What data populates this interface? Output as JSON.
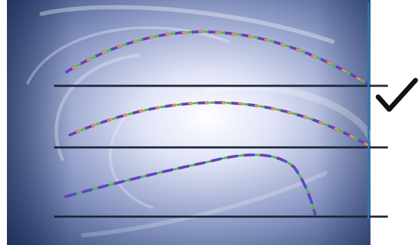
{
  "scene": {
    "description_free": true,
    "trajectory_count": 3,
    "marked_trajectory_index": 0,
    "finish_marker": "vertical-finish-line",
    "check_icon": "check-icon",
    "colors": {
      "panel_dark": "#2a3f6e",
      "panel_mid": "#7f90bd",
      "panel_light": "#eef0ff",
      "floor_line": "#1c2638",
      "finish_line": "#1f7fb6",
      "check": "#111111",
      "trail_pink": "#e05a8a",
      "trail_orange": "#e2a040",
      "trail_purple": "#6a3fb8",
      "trail_green": "#56b84a",
      "trail_blue": "#3a5bd0"
    }
  }
}
